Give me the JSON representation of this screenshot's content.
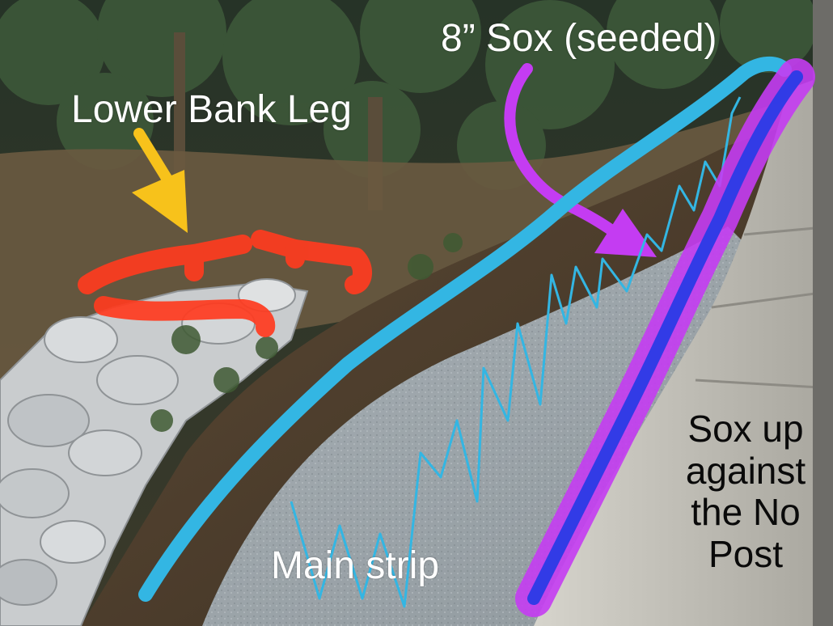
{
  "annotations": {
    "sox_label": "8” Sox (seeded)",
    "lower_bank_label": "Lower Bank Leg",
    "main_strip_label": "Main strip",
    "sox_note_lines": [
      "Sox up",
      "against",
      "the No",
      "Post"
    ]
  },
  "colors": {
    "sky_blue": "#33b6e3",
    "violet": "#c43cf2",
    "deep_blue": "#2a3be6",
    "red": "#ff3b1f",
    "yellow": "#f7c21b",
    "gravel": "#9aa3a8",
    "rock": "#c9ccce",
    "barrier": "#c3c1b9",
    "forest": "#2f3b2c"
  },
  "icons": [
    "yellow-arrow-icon",
    "purple-curved-arrow-icon"
  ]
}
